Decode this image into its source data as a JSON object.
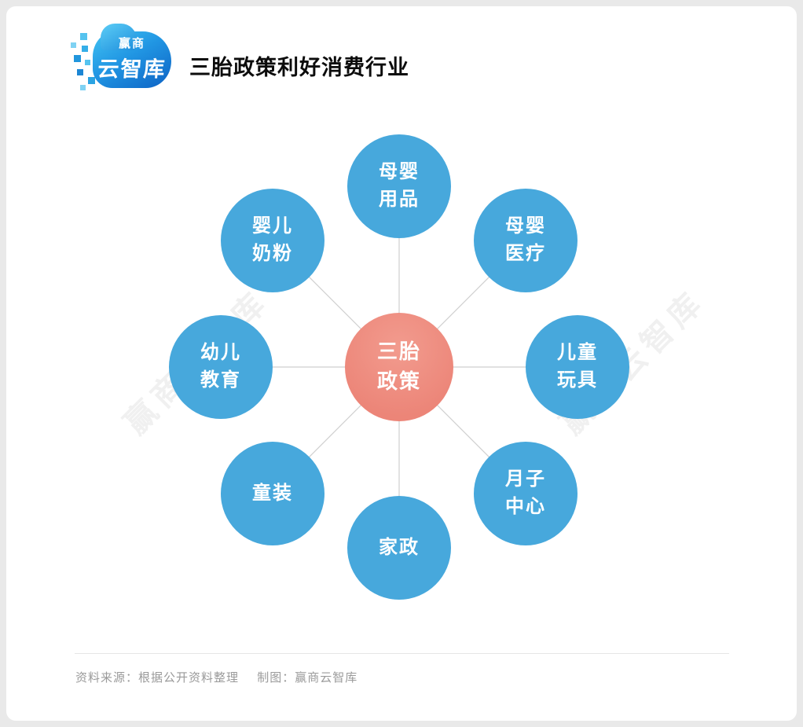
{
  "logo": {
    "brand_small": "赢商",
    "brand_large": "云智库"
  },
  "header": {
    "title": "三胎政策利好消费行业"
  },
  "diagram": {
    "center": {
      "label": "三胎\n政策",
      "color": "#ec8578"
    },
    "node_color": "#47a8dc",
    "connector_color": "#cfcfcf",
    "nodes": [
      {
        "label": "母婴\n用品"
      },
      {
        "label": "母婴\n医疗"
      },
      {
        "label": "儿童\n玩具"
      },
      {
        "label": "月子\n中心"
      },
      {
        "label": "家政"
      },
      {
        "label": "童装"
      },
      {
        "label": "幼儿\n教育"
      },
      {
        "label": "婴儿\n奶粉"
      }
    ]
  },
  "watermark": {
    "text": "赢商云智库"
  },
  "footer": {
    "source": "资料来源：根据公开资料整理",
    "credit": "制图：赢商云智库"
  }
}
